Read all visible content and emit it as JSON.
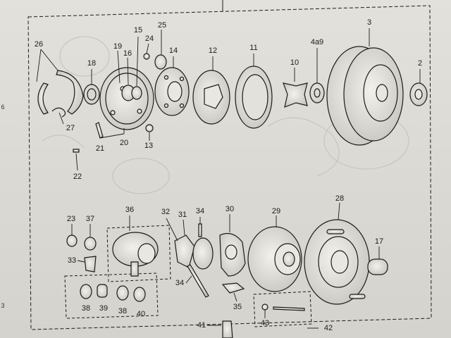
{
  "labels": {
    "l26": "26",
    "l19": "19",
    "l16": "16",
    "l15": "15",
    "l24": "24",
    "l25": "25",
    "l14": "14",
    "l12": "12",
    "l11": "11",
    "l10": "10",
    "l4a9": "4a9",
    "l3": "3",
    "l2": "2",
    "l18": "18",
    "l27": "27",
    "l21": "21",
    "l20": "20",
    "l13": "13",
    "l22": "22",
    "l28": "28",
    "l29": "29",
    "l30": "30",
    "l34a": "34",
    "l31": "31",
    "l32": "32",
    "l36": "36",
    "l23": "23",
    "l37": "37",
    "l33": "33",
    "l17": "17",
    "l34b": "34",
    "l35": "35",
    "l38a": "38",
    "l39": "39",
    "l38b": "38",
    "l40": "40",
    "l43": "43",
    "l41": "41",
    "l42": "42"
  },
  "edge_marks": {
    "left_top": "6",
    "left_bottom": "3"
  },
  "colors": {
    "ink": "#1b1b1b",
    "paper": "#dcdbd5",
    "ghost": "#bdbcb6"
  }
}
